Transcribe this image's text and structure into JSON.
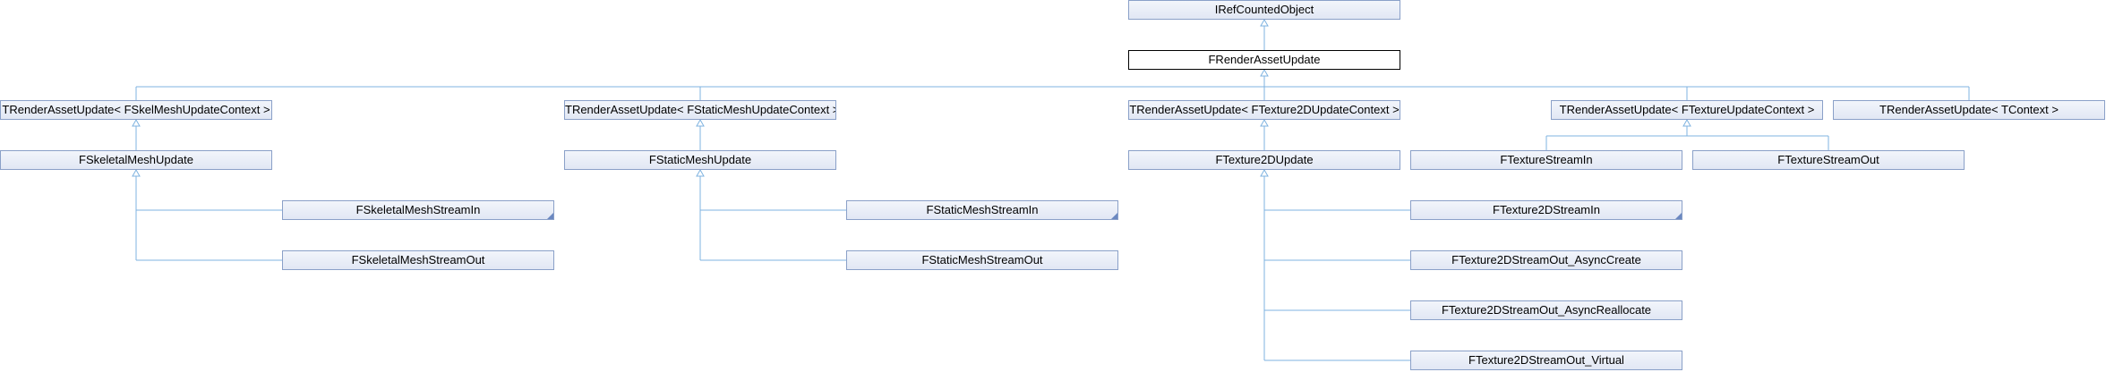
{
  "nodes": {
    "irefcountedobject": "IRefCountedObject",
    "frenderassetupdate": "FRenderAssetUpdate",
    "t_skelmesh": "TRenderAssetUpdate< FSkelMeshUpdateContext >",
    "t_staticmesh": "TRenderAssetUpdate< FStaticMeshUpdateContext >",
    "t_texture2d": "TRenderAssetUpdate< FTexture2DUpdateContext >",
    "t_texture": "TRenderAssetUpdate< FTextureUpdateContext >",
    "t_context": "TRenderAssetUpdate< TContext >",
    "fskeletalmeshupdate": "FSkeletalMeshUpdate",
    "fstaticmeshupdate": "FStaticMeshUpdate",
    "ftexture2dupdate": "FTexture2DUpdate",
    "ftexturestreamin": "FTextureStreamIn",
    "ftexturestreamout": "FTextureStreamOut",
    "fskeletalmeshstreamin": "FSkeletalMeshStreamIn",
    "fstaticmeshstreamin": "FStaticMeshStreamIn",
    "ftexture2dstreamin": "FTexture2DStreamIn",
    "fskeletalmeshstreamout": "FSkeletalMeshStreamOut",
    "fstaticmeshstreamout": "FStaticMeshStreamOut",
    "ftexture2dstreamout_asynccreate": "FTexture2DStreamOut_AsyncCreate",
    "ftexture2dstreamout_asyncreallocate": "FTexture2DStreamOut_AsyncReallocate",
    "ftexture2dstreamout_virtual": "FTexture2DStreamOut_Virtual"
  },
  "colors": {
    "edge": "#7fb3e0",
    "node_border": "#8aa0c8",
    "current_border": "#000000"
  }
}
